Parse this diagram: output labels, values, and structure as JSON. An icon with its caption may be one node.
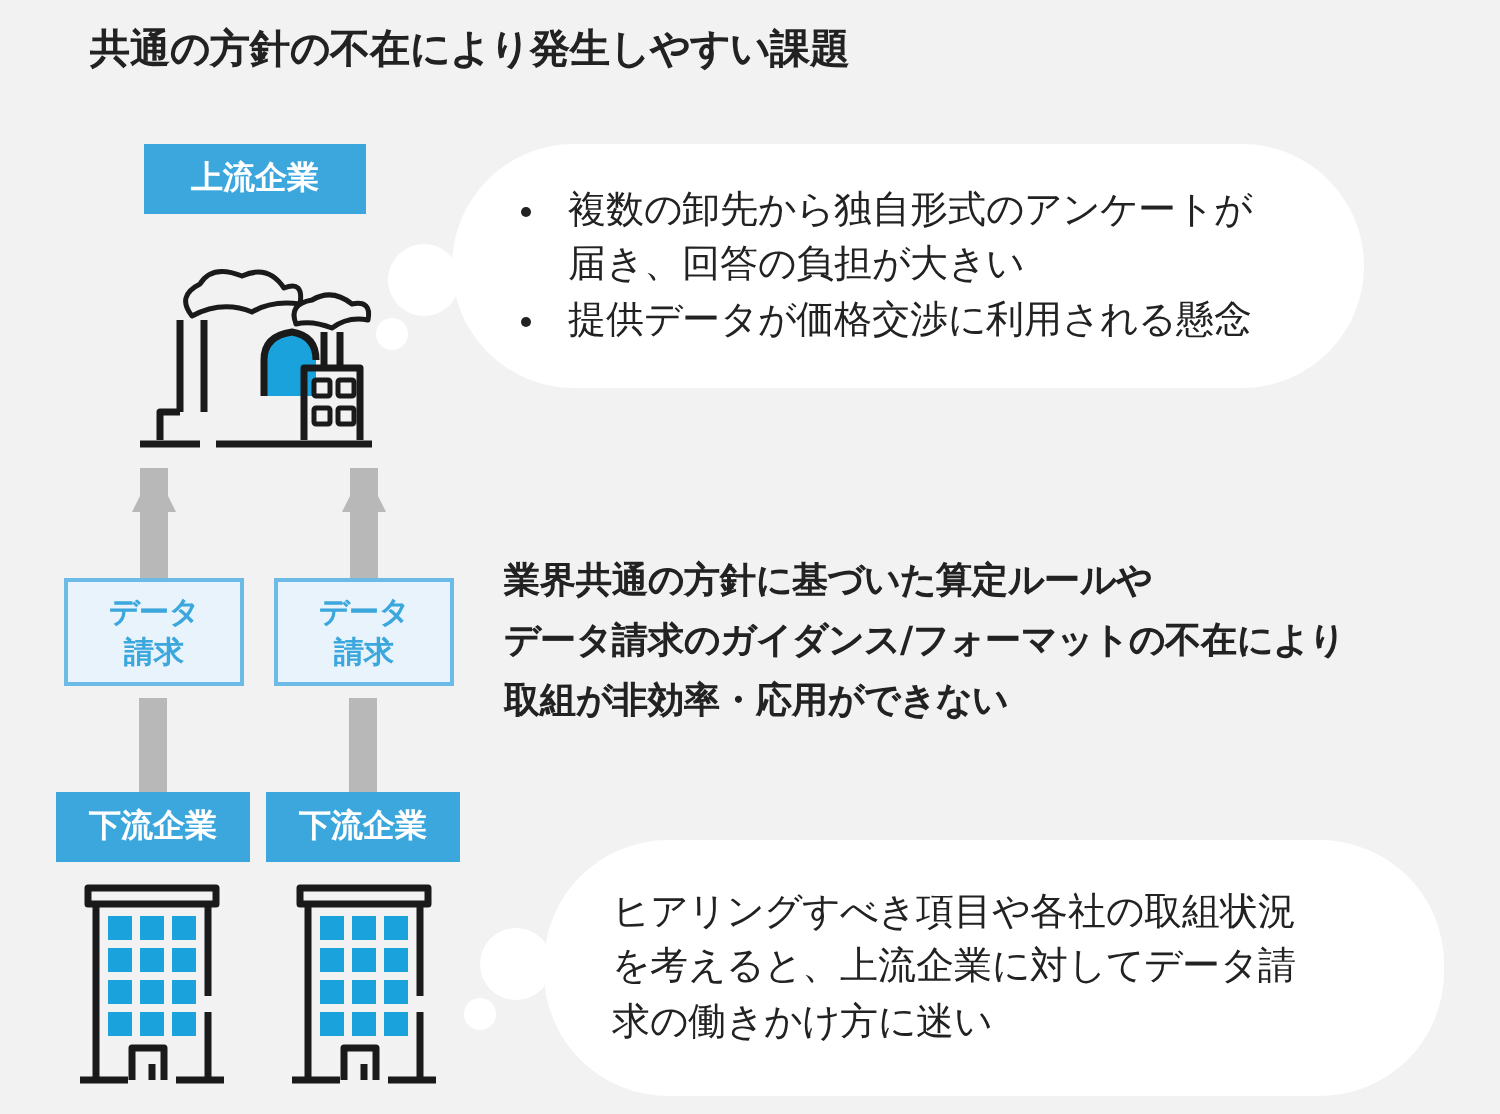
{
  "diagram": {
    "title": "共通の方針の不在により発生しやすい課題",
    "nodes": [
      {
        "text": [
          "上流企業"
        ]
      },
      {
        "text": [],
        "shape": "picture"
      },
      {
        "text": [
          "複数の卸先から独自形式のアンケートが届き、回答の負担が大きい",
          "提供データが価格交渉に利用される懸念"
        ]
      },
      {
        "text": [
          "データ請求"
        ]
      },
      {
        "text": [
          "データ請求"
        ]
      },
      {
        "text": [
          "下流企業"
        ]
      },
      {
        "text": [
          "下流企業"
        ]
      },
      {
        "text": [],
        "shape": "picture"
      },
      {
        "text": [],
        "shape": "picture"
      },
      {
        "text": [
          "ヒアリングすべき項目や各社の取組状況を考えると、上流企業に対してデータ請求の働きかけ方に迷い"
        ]
      }
    ],
    "edges": [
      {
        "from": 5,
        "to": 3,
        "arrow": "none"
      },
      {
        "from": 3,
        "to": 1,
        "arrow": "to"
      },
      {
        "from": 6,
        "to": 4,
        "arrow": "none"
      },
      {
        "from": 4,
        "to": 1,
        "arrow": "to"
      }
    ],
    "labels": [
      "業界共通の方針に基づいた算定ルールや",
      "データ請求のガイダンス/フォーマットの不在により",
      "取組が非効率・応用ができない"
    ]
  }
}
